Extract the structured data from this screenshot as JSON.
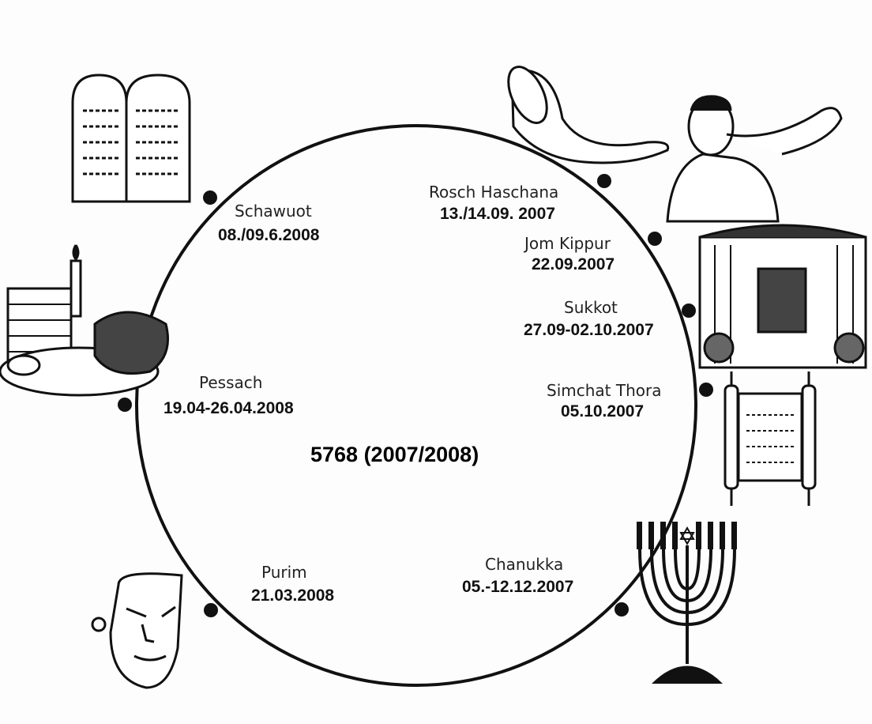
{
  "title": "5768 (2007/2008)",
  "colors": {
    "line": "#111111",
    "background": "#fdfdfd"
  },
  "holidays": [
    {
      "name": "Rosch Haschana",
      "date": "13./14.09. 2007",
      "icon": "shofar-icon"
    },
    {
      "name": "Jom Kippur",
      "date": "22.09.2007",
      "icon": "shofar-blower-icon"
    },
    {
      "name": "Sukkot",
      "date": "27.09-02.10.2007",
      "icon": "sukkah-icon"
    },
    {
      "name": "Simchat Thora",
      "date": "05.10.2007",
      "icon": "torah-scroll-icon"
    },
    {
      "name": "Chanukka",
      "date": "05.-12.12.2007",
      "icon": "menorah-icon"
    },
    {
      "name": "Purim",
      "date": "21.03.2008",
      "icon": "mask-icon"
    },
    {
      "name": "Pessach",
      "date": "19.04-26.04.2008",
      "icon": "seder-plate-icon"
    },
    {
      "name": "Schawuot",
      "date": "08./09.6.2008",
      "icon": "tablets-icon"
    }
  ]
}
